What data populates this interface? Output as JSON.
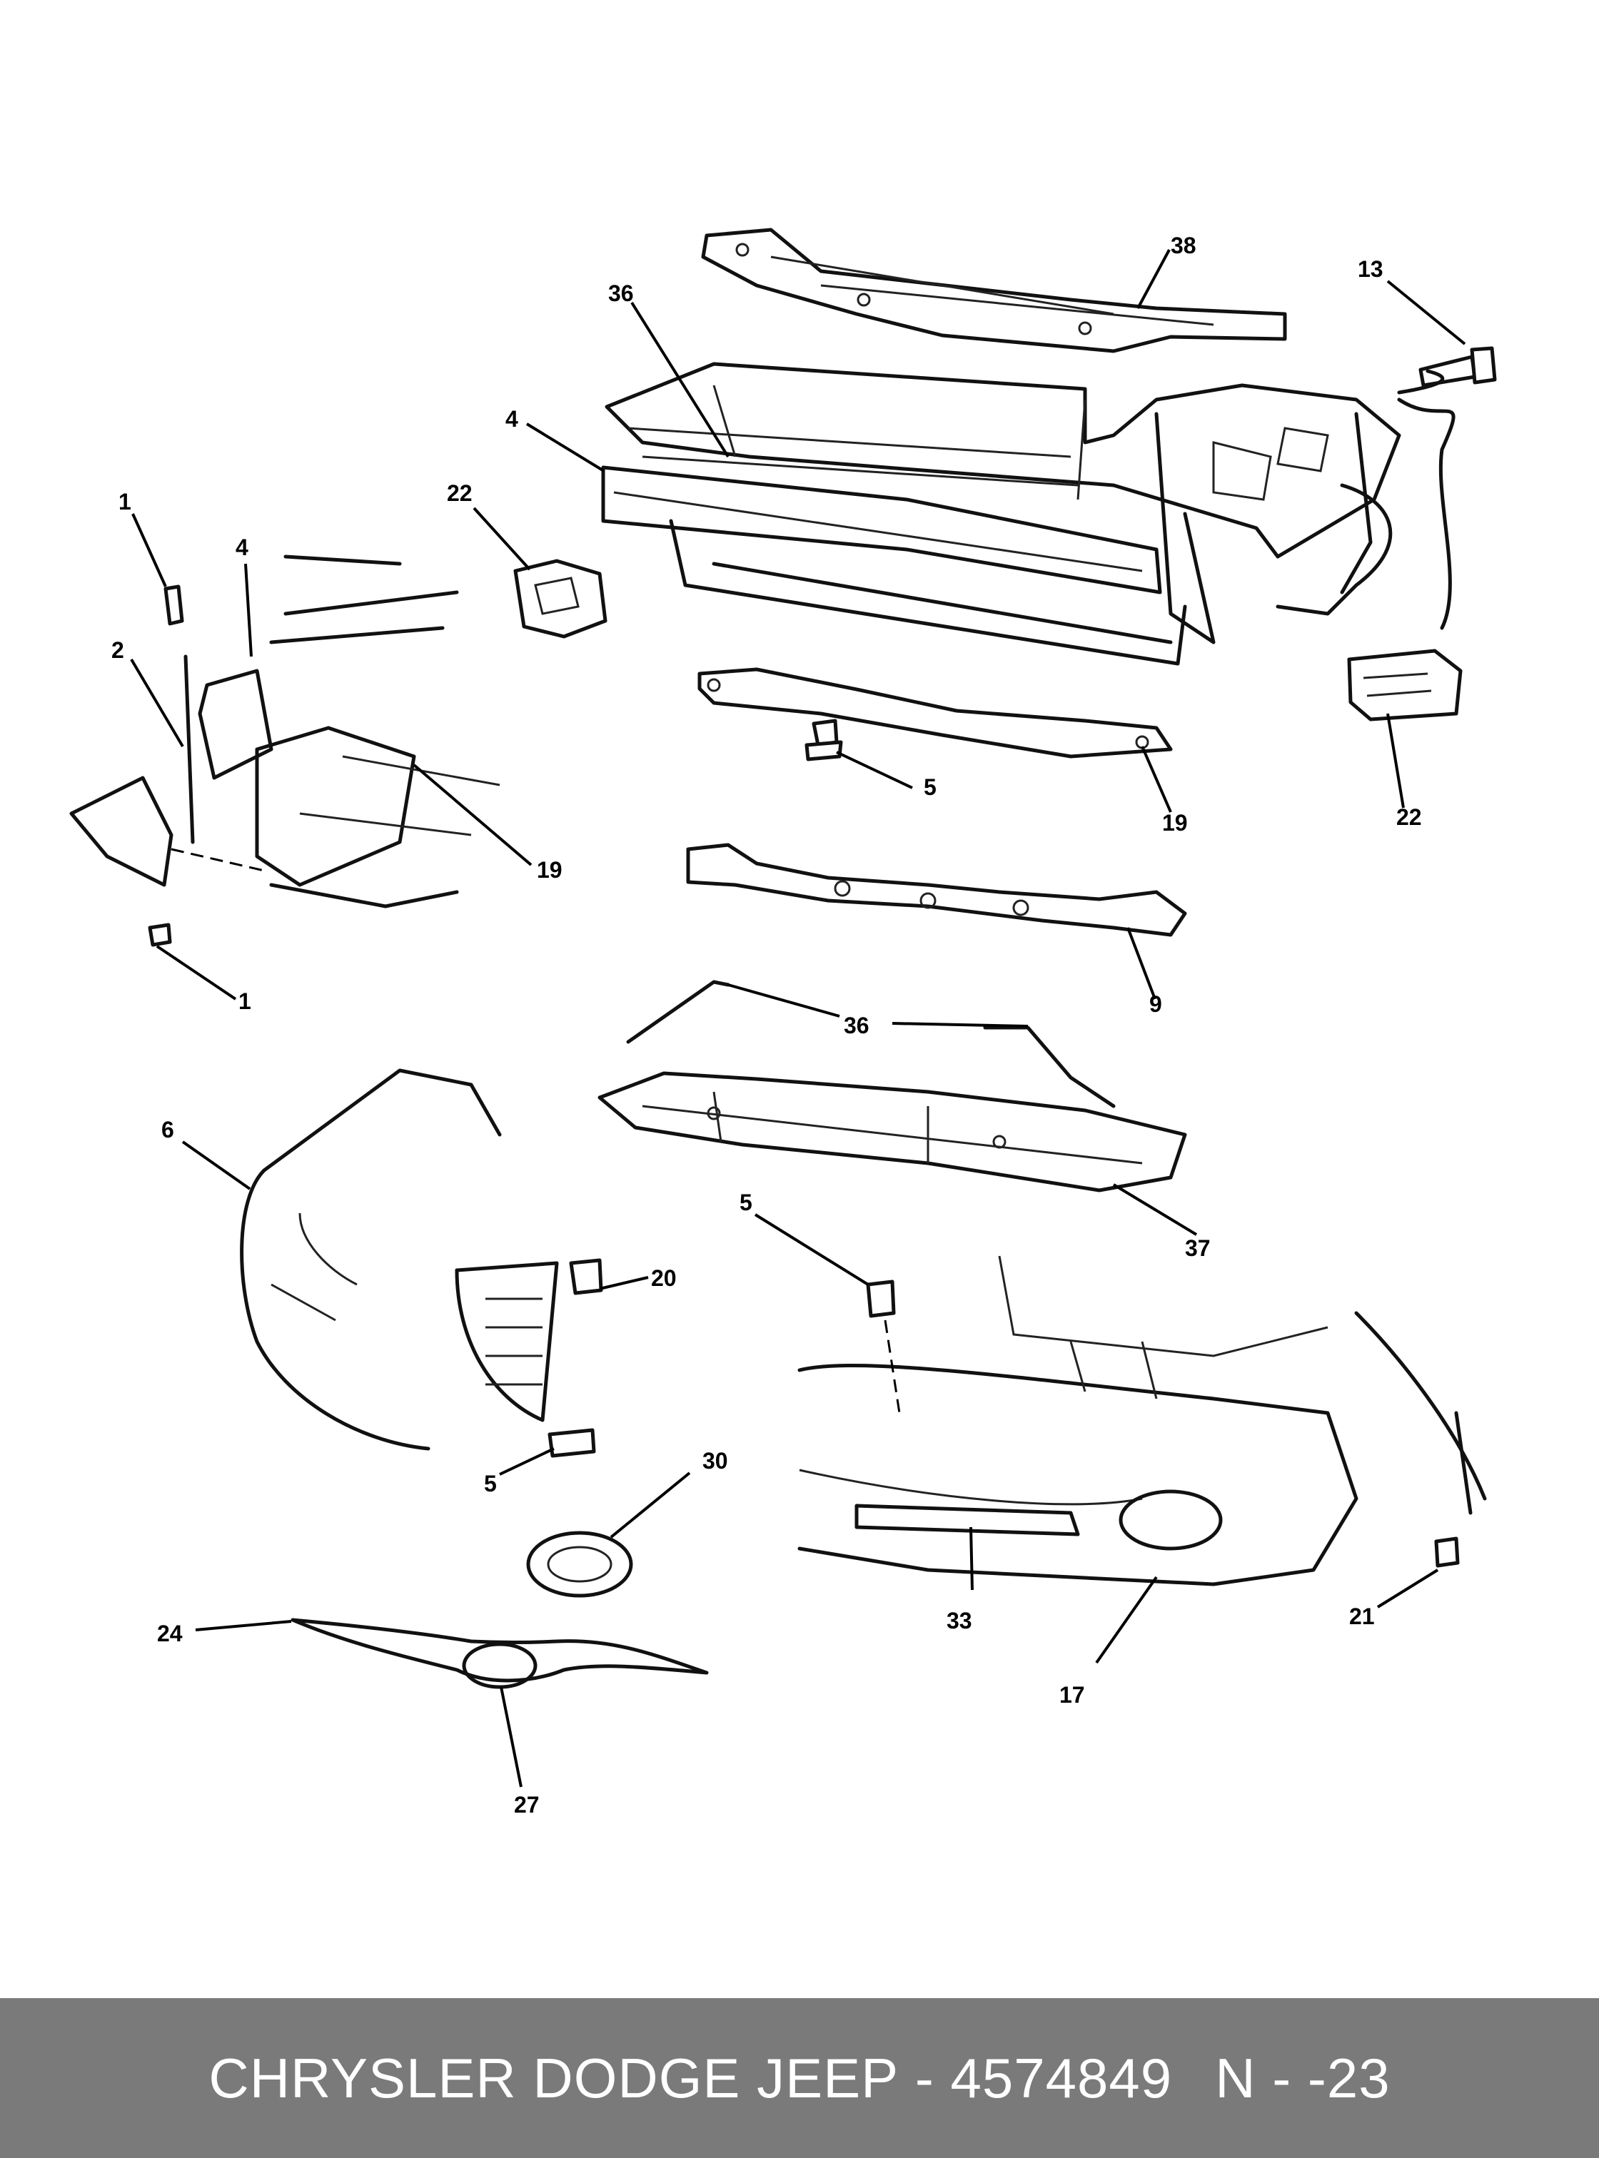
{
  "footer": {
    "brand": "CHRYSLER DODGE JEEP",
    "dash": "-",
    "part_number": "4574849",
    "ref_code": "N - -23"
  },
  "callouts": [
    "38",
    "36",
    "13",
    "4",
    "22",
    "1",
    "4",
    "2",
    "5",
    "19",
    "22",
    "19",
    "1",
    "9",
    "36",
    "6",
    "37",
    "5",
    "20",
    "30",
    "5",
    "33",
    "17",
    "21",
    "24",
    "27"
  ]
}
